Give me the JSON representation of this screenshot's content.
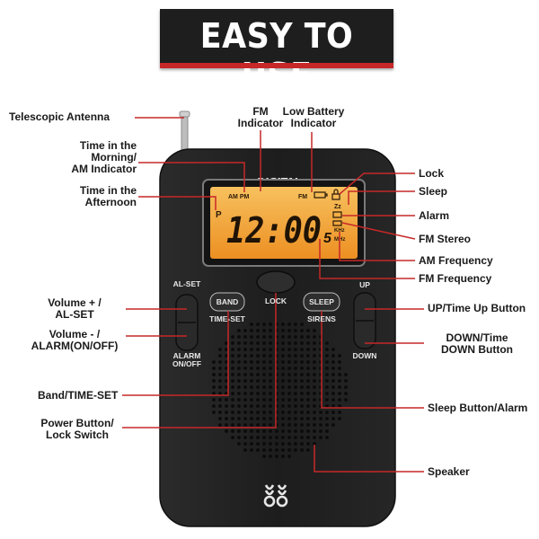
{
  "banner": {
    "title": "EASY TO USE"
  },
  "device": {
    "brand": "DIGITAL",
    "display": {
      "time": "12:00",
      "seconds": "5",
      "am_pm": "AM PM",
      "p_mark": "P",
      "fm": "FM",
      "mhz": "MHz",
      "khz": "KHz"
    },
    "buttons": {
      "al_set": "AL-SET",
      "alarm_onoff": "ALARM\nON/OFF",
      "band": "BAND",
      "time_set": "TIME-SET",
      "lock": "LOCK",
      "sleep": "SLEEP",
      "sirens": "SIRENS",
      "up": "UP",
      "down": "DOWN"
    }
  },
  "callouts": {
    "telescopic_antenna": "Telescopic Antenna",
    "fm_indicator": "FM\nIndicator",
    "low_battery_indicator": "Low Battery\nIndicator",
    "am_indicator": "Time in the\nMorning/\nAM Indicator",
    "afternoon": "Time in the\nAfternoon",
    "lock": "Lock",
    "sleep": "Sleep",
    "alarm": "Alarm",
    "fm_stereo": "FM Stereo",
    "am_frequency": "AM Frequency",
    "fm_frequency": "FM Frequency",
    "volume_up": "Volume + /\nAL-SET",
    "volume_down": "Volume - /\nALARM(ON/OFF)",
    "up_button": "UP/Time Up Button",
    "down_button": "DOWN/Time\nDOWN Button",
    "band_time_set": "Band/TIME-SET",
    "power_button": "Power Button/\nLock Switch",
    "sleep_alarm": "Sleep Button/Alarm",
    "speaker": "Speaker"
  },
  "colors": {
    "body": "#202020",
    "lcd": "#f2a43a",
    "line": "#c62828",
    "banner": "#1e1e1e"
  }
}
